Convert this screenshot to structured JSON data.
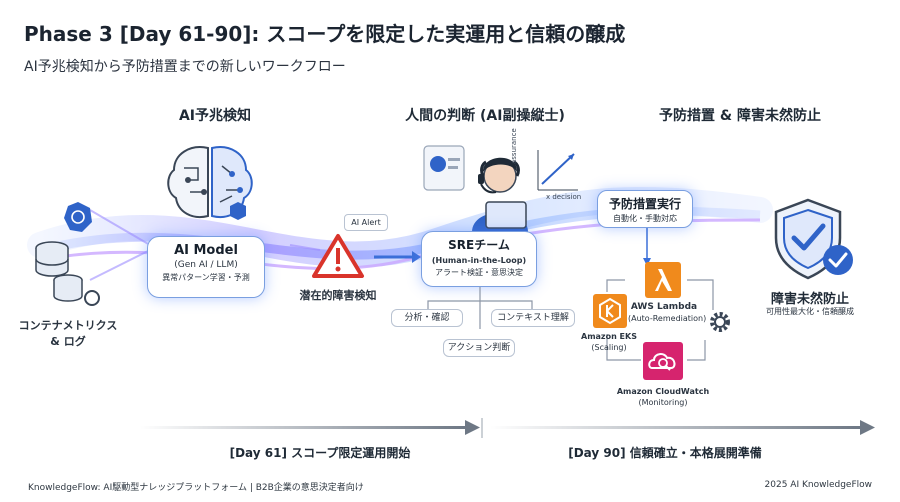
{
  "header": {
    "title": "Phase 3 [Day 61-90]: スコープを限定した実運用と信頼の醸成",
    "subtitle": "AI予兆検知から予防措置までの新しいワークフロー"
  },
  "sections": {
    "detect": "AI予兆検知",
    "judge": "人間の判断 (AI副操縦士)",
    "prevent": "予防措置 & 障害未然防止"
  },
  "inputs": {
    "label_line1": "コンテナメトリクス",
    "label_line2": "& ログ"
  },
  "ai_model": {
    "title": "AI Model",
    "sub": "(Gen AI / LLM)",
    "desc": "異常パターン学習・予測"
  },
  "detection": {
    "badge": "AI Alert",
    "label": "潜在的障害検知"
  },
  "sre": {
    "title": "SREチーム",
    "sub": "(Human-in-the-Loop)",
    "desc": "アラート検証・意思決定",
    "chart_y": "assurance",
    "chart_x": "x decision",
    "chip_left": "分析・確認",
    "chip_right": "コンテキスト理解",
    "chip_bottom": "アクション判断"
  },
  "action": {
    "title": "予防措置実行",
    "sub": "自動化・手動対応"
  },
  "services": {
    "lambda_name": "AWS Lambda",
    "lambda_sub": "(Auto-Remediation)",
    "eks_name": "Amazon EKS",
    "eks_sub": "(Scaling)",
    "cw_name": "Amazon CloudWatch",
    "cw_sub": "(Monitoring)"
  },
  "outcome": {
    "title": "障害未然防止",
    "sub": "可用性最大化・信頼醸成"
  },
  "timeline": {
    "left": "[Day 61] スコープ限定運用開始",
    "right": "[Day 90] 信頼確立・本格展開準備"
  },
  "footer": {
    "left": "KnowledgeFlow: AI駆動型ナレッジプラットフォーム | B2B企業の意思決定者向け",
    "right": "2025 AI KnowledgeFlow"
  },
  "colors": {
    "accent": "#3b6fd8",
    "glow": "#8f7dff",
    "warning": "#d9342b",
    "lambda": "#f08a1c",
    "cloudwatch": "#d6246e",
    "shield": "#2f63c8"
  }
}
